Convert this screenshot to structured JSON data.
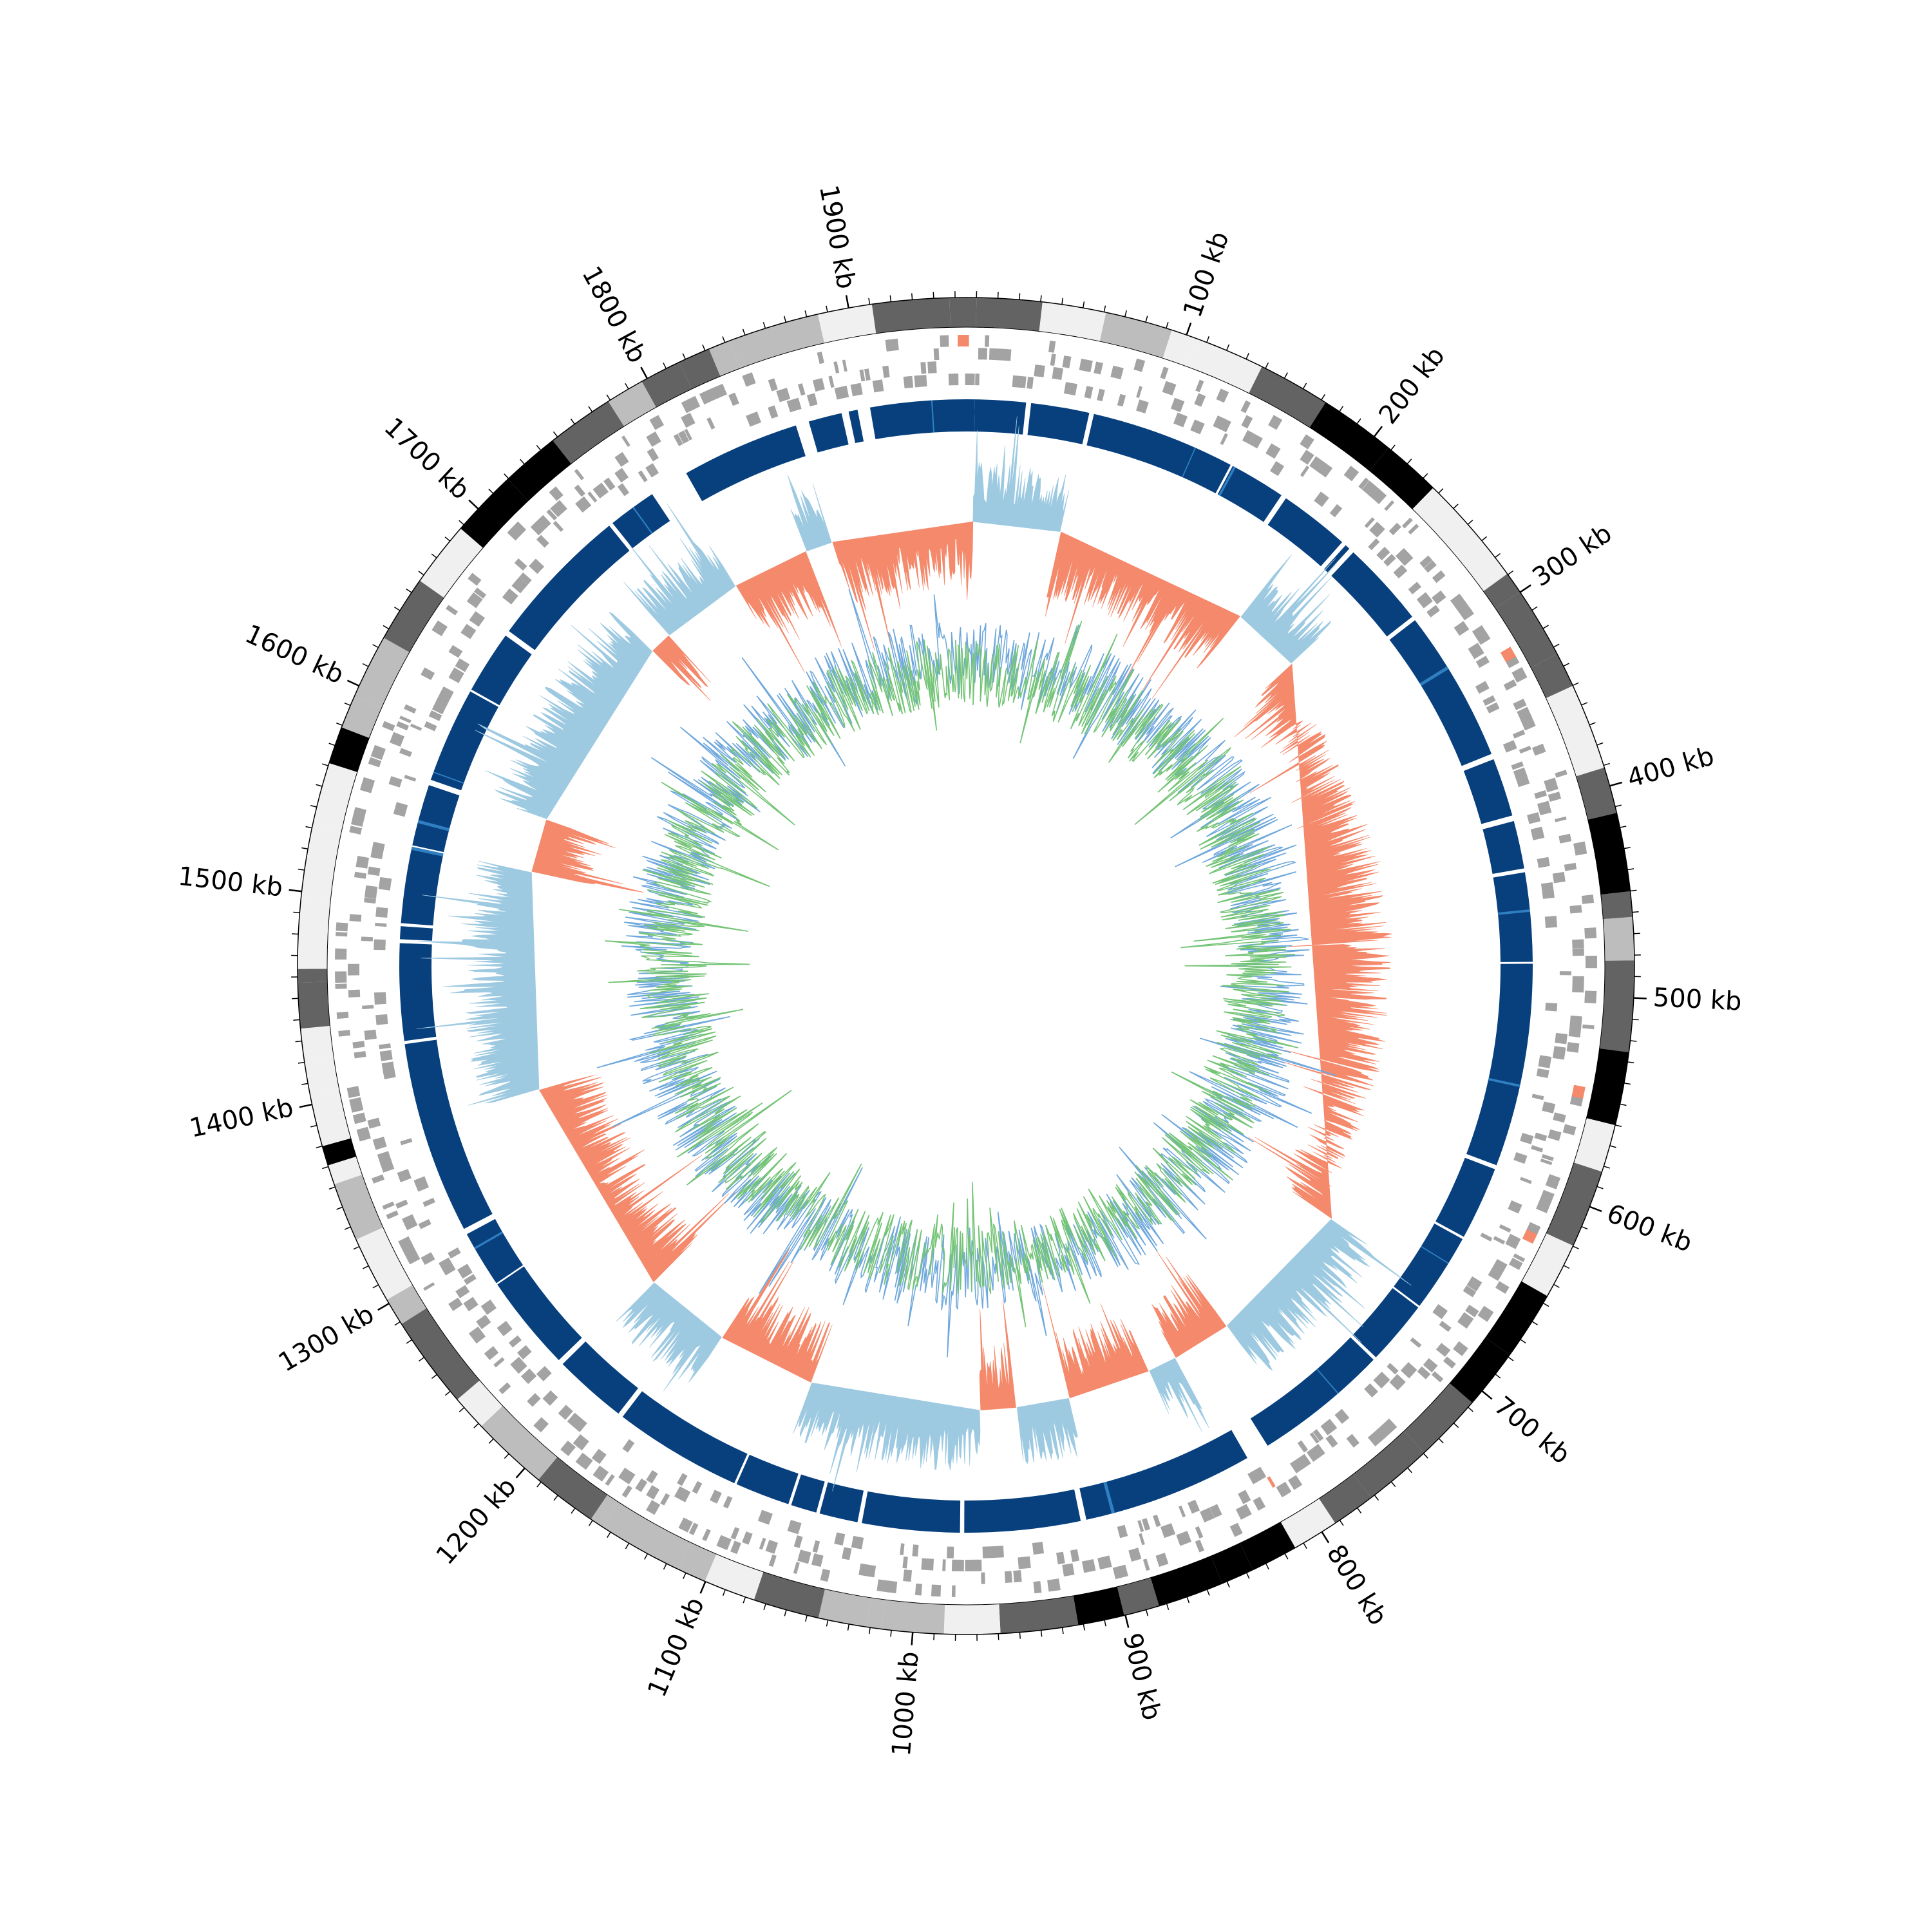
{
  "chart_data": {
    "type": "circular-genome",
    "genome_length_kb": 1960,
    "unit": "kb",
    "major_ticks_kb": [
      100,
      200,
      300,
      400,
      500,
      600,
      700,
      800,
      900,
      1000,
      1100,
      1200,
      1300,
      1400,
      1500,
      1600,
      1700,
      1800,
      1900
    ],
    "major_tick_labels": [
      "100 kb",
      "200 kb",
      "300 kb",
      "400 kb",
      "500 kb",
      "600 kb",
      "700 kb",
      "800 kb",
      "900 kb",
      "1000 kb",
      "1100 kb",
      "1200 kb",
      "1300 kb",
      "1400 kb",
      "1500 kb",
      "1600 kb",
      "1700 kb",
      "1800 kb",
      "1900 kb"
    ],
    "minor_tick_interval_kb": 10,
    "tracks": [
      {
        "name": "ideogram bands",
        "kind": "grey-scale segments"
      },
      {
        "name": "features",
        "kind": "stacked grey boxes, few red"
      },
      {
        "name": "blocks",
        "kind": "dark-blue arcs with gaps"
      },
      {
        "name": "signal",
        "kind": "bidirectional histogram",
        "positive_color": "#f4896b",
        "negative_color": "#9ecae1"
      },
      {
        "name": "inner line",
        "kind": "overlaid lines",
        "colors": [
          "#6fa8dc",
          "#74c476"
        ]
      }
    ],
    "blue_block_gaps_kb": [
      [
        1772,
        1794
      ],
      [
        1860,
        1864
      ],
      [
        1886,
        1890
      ],
      [
        1895,
        1902
      ],
      [
        800,
        813
      ]
    ],
    "colors": {
      "band_black": "#000000",
      "band_dark": "#636363",
      "band_mid": "#bdbdbd",
      "band_light": "#f0f0f0",
      "feature_grey": "#a3a3a3",
      "feature_red": "#f4896b",
      "block_blue": "#08407e",
      "block_blue_light": "#2f7fc1",
      "histogram_red": "#f4896b",
      "histogram_blue": "#9ecae1",
      "line_blue": "#6fa8dc",
      "line_green": "#74c476"
    }
  }
}
